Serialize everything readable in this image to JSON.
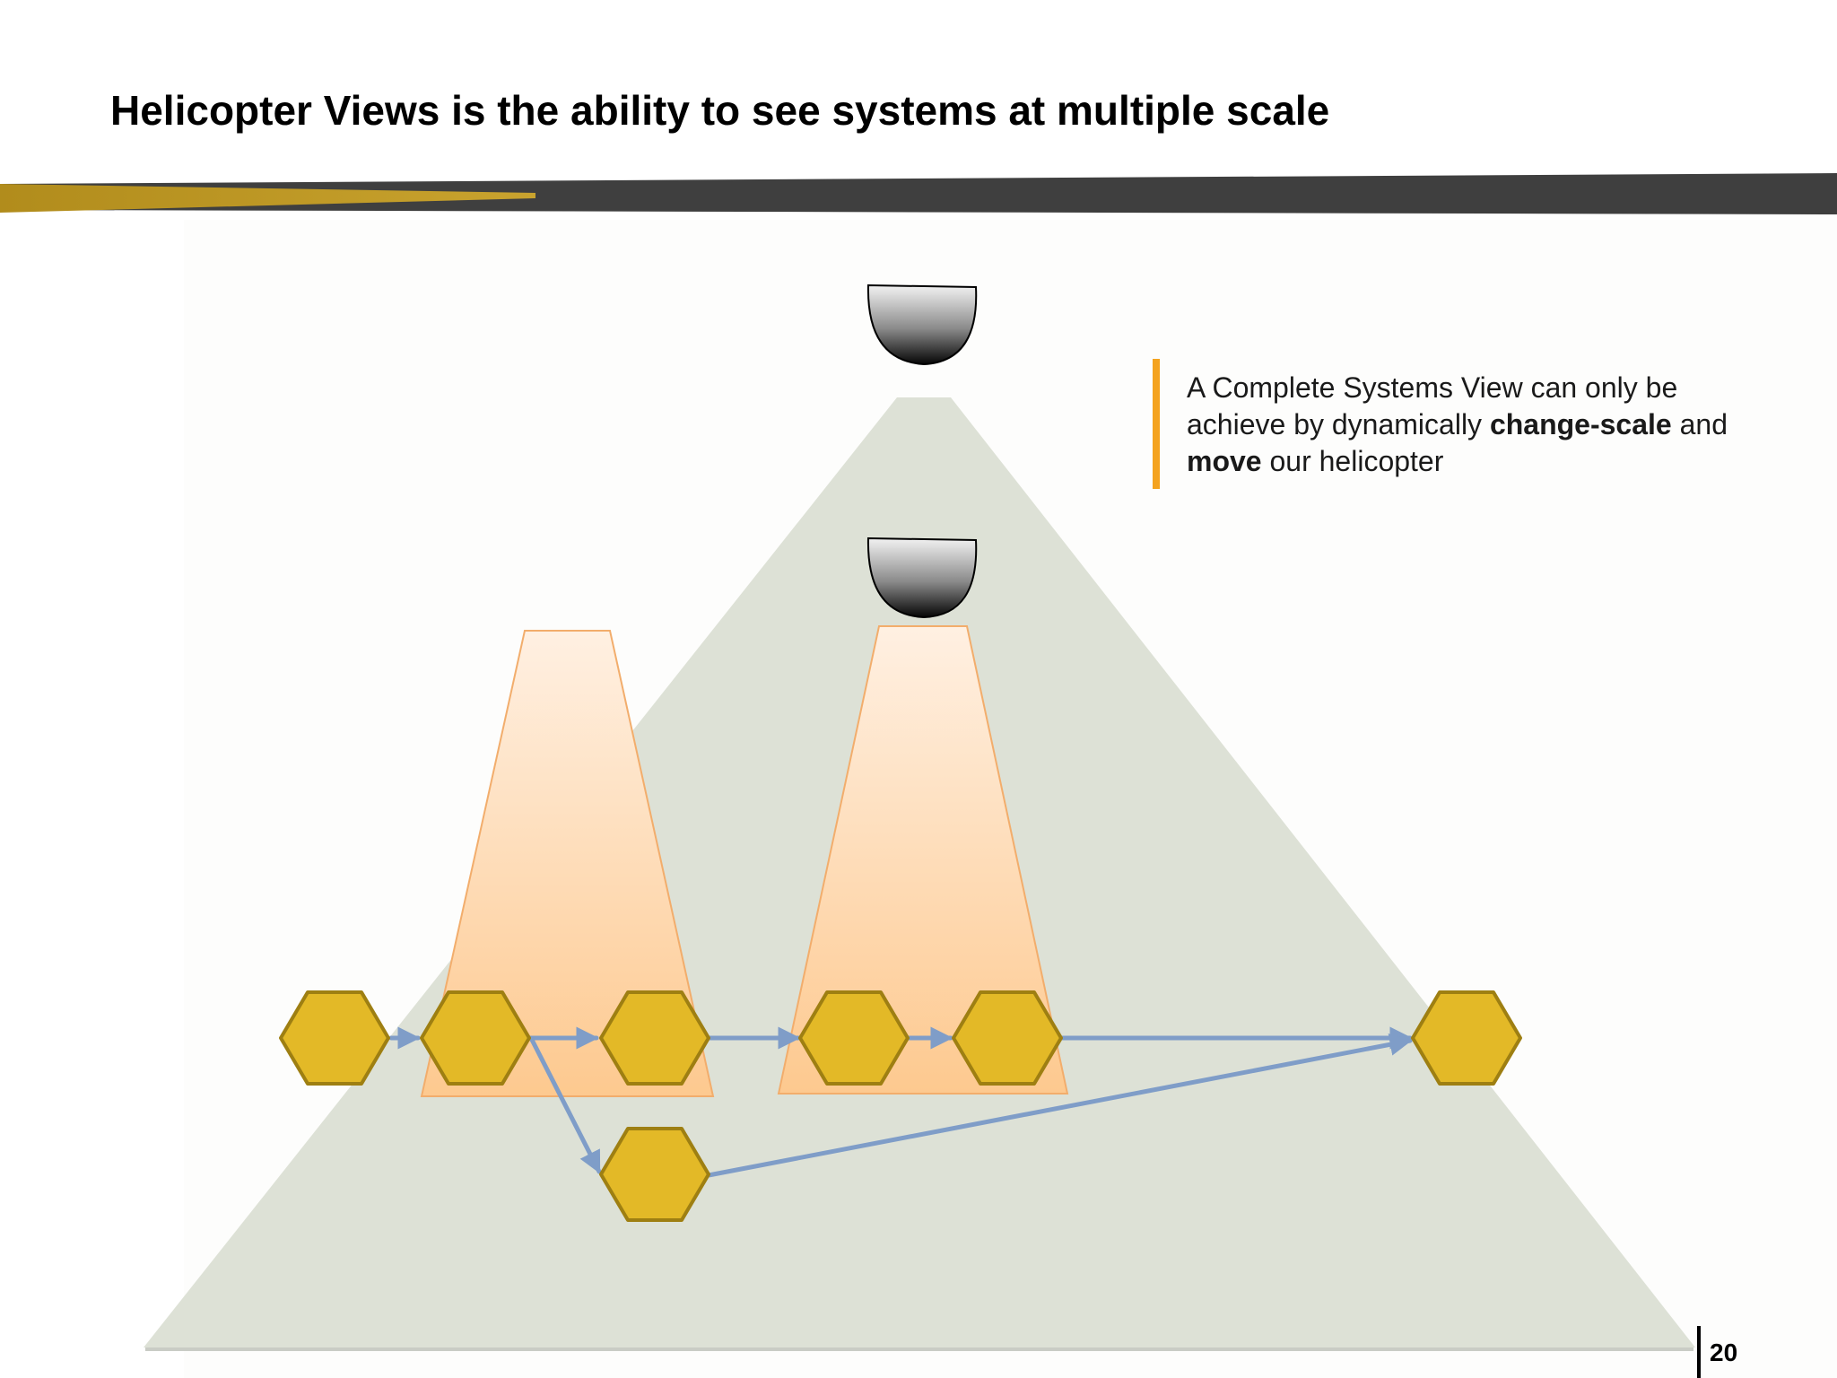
{
  "slide": {
    "title": "Helicopter Views is the ability to see systems at multiple scale",
    "page_number": "20"
  },
  "callout": {
    "part1": "A Complete Systems View can only be achieve by dynamically ",
    "bold1": "change-scale",
    "part2": " and ",
    "bold2": "move",
    "part3": " our helicopter"
  },
  "colors": {
    "accent_gold": "#b8961f",
    "band_dark": "#3f3f3f",
    "callout_bar": "#f4a31f",
    "view_cone": "#dde1d6",
    "hexagon_fill": "#e3b927",
    "hexagon_stroke": "#9e7f12",
    "arrow": "#7f9dc8",
    "focus_beam": "#fdc98f"
  },
  "icons": [
    "helicopter-observer-icon",
    "hexagon-node-icon"
  ],
  "diagram": {
    "observers": [
      "high-altitude-helicopter",
      "low-altitude-helicopter"
    ],
    "nodes": [
      "node-1",
      "node-2",
      "node-3",
      "node-4",
      "node-5",
      "node-6",
      "node-7"
    ],
    "links": [
      [
        "node-1",
        "node-2"
      ],
      [
        "node-2",
        "node-3"
      ],
      [
        "node-2",
        "node-7"
      ],
      [
        "node-3",
        "node-4"
      ],
      [
        "node-4",
        "node-5"
      ],
      [
        "node-5",
        "node-6"
      ],
      [
        "node-7",
        "node-6"
      ]
    ]
  }
}
